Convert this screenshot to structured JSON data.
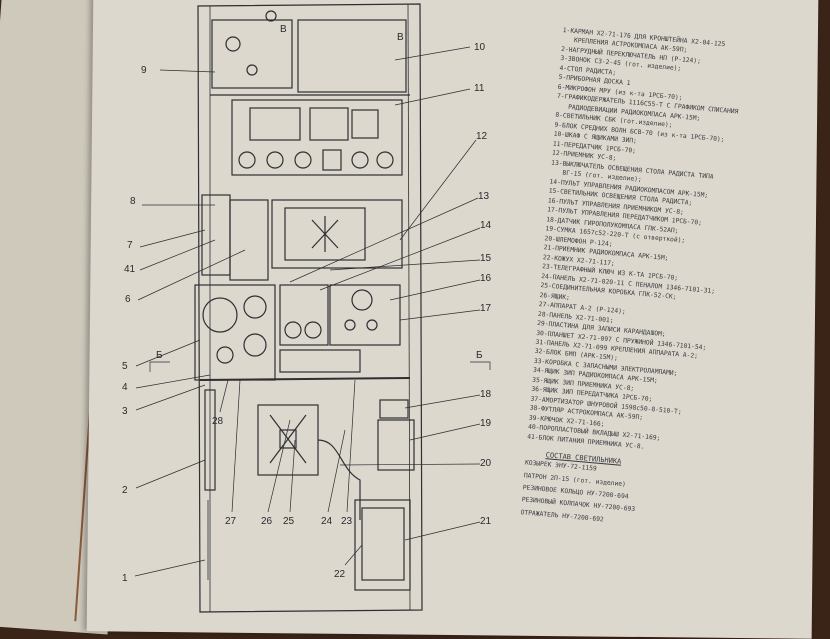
{
  "diagram": {
    "callouts": [
      "1",
      "2",
      "3",
      "4",
      "5",
      "6",
      "7",
      "41",
      "8",
      "9",
      "10",
      "11",
      "12",
      "13",
      "14",
      "15",
      "16",
      "17",
      "18",
      "19",
      "20",
      "21",
      "22",
      "23",
      "24",
      "25",
      "26",
      "27",
      "28"
    ],
    "section_mark": "Б",
    "panel_label": "B"
  },
  "legend": {
    "items": [
      "1-КАРМАН Х2-71-176 ДЛЯ КРОНШТЕЙНА Х2-04-125",
      "КРЕПЛЕНИЯ АСТРОКОМПАСА АК-59П;",
      "2-НАГРУДНЫЙ ПЕРЕКЛЮЧАТЕЛЬ НП (Р-124);",
      "3-ЗВОНОК СЗ-2-45 (гот. изделие);",
      "4-СТОЛ РАДИСТА;",
      "5-ПРИБОРНАЯ ДОСКА 1",
      "6-МИКРОФОН МРУ (из к-та 1РСБ-70);",
      "7-ГРАФИКОДЕРЖАТЕЛЬ 1116С55-Т С ГРАФИКОМ СПИСАНИЯ",
      "РАДИОДЕВИАЦИИ РАДИОКОМПАСА АРК-15М;",
      "8-СВЕТИЛЬНИК СБК (гот.изделие);",
      "9-БЛОК СРЕДНИХ ВОЛН БСВ-70 (из к-та 1РСБ-70);",
      "10-ШКАФ С ЯЩИКАМИ ЗИП;",
      "11-ПЕРЕДАТЧИК 1РСБ-70;",
      "12-ПРИЕМНИК УС-8;",
      "13-ВЫКЛЮЧАТЕЛЬ ОСВЕЩЕНИЯ СТОЛА РАДИСТА ТИПА",
      "ВГ-15 (гот. изделие);",
      "14-ПУЛЬТ УПРАВЛЕНИЯ РАДИОКОМПАСОМ АРК-15М;",
      "15-СВЕТИЛЬНИК ОСВЕЩЕНИЯ СТОЛА РАДИСТА;",
      "16-ПУЛЬТ УПРАВЛЕНИЯ ПРИЕМНИКОМ УС-8;",
      "17-ПУЛЬТ УПРАВЛЕНИЯ ПЕРЕДАТЧИКОМ 1РСБ-70;",
      "18-ДАТЧИК ГИРОПОЛУКОМПАСА ГПК-52АП;",
      "19-СУМКА 1657с52-220-Т (с отверткой);",
      "20-ШЛЕМОФОН Р-124;",
      "21-ПРИЕМНИК РАДИОКОМПАСА АРК-15М;",
      "22-КОЖУХ Х2-71-117;",
      "23-ТЕЛЕГРАФНЫЙ КЛЮЧ ИЗ К-ТА 1РСБ-70;",
      "24-ПАНЕЛЬ Х2-71-020-11 С ПЕНАЛОМ 1346-7101-31;",
      "25-СОЕДИНИТЕЛЬНАЯ КОРОБКА ГПК-52-СК;",
      "26-ЯЩИК;",
      "27-АППАРАТ А-2 (Р-124);",
      "28-ПАНЕЛЬ Х2-71-001;",
      "29-ПЛАСТИНА ДЛЯ ЗАПИСИ КАРАНДАШОМ;",
      "30-ПЛАНШЕТ Х2-71-097 С ПРУЖИНОЙ 1346-7101-54;",
      "31-ПАНЕЛЬ Х2-71-099 КРЕПЛЕНИЯ АППАРАТА А-2;",
      "32-БЛОК БМП (АРК-15М);",
      "33-КОРОБКА С ЗАПАСНЫМИ ЭЛЕКТРОЛАМПАМИ;",
      "34-ЯЩИК ЗИП РАДИОКОМПАСА АРК-15М;",
      "35-ЯЩИК ЗИП ПРИЕМНИКА УС-8;",
      "36-ЯЩИК ЗИП ПЕРЕДАТЧИКА 1РСБ-70;",
      "37-АМОРТИЗАТОР ШНУРОВОЙ 1598с50-8-510-Т;",
      "38-ФУТЛЯР АСТРОКОМПАСА АК-59П;",
      "39-КРЮЧОК Х2-71-166;",
      "40-ПОРОПЛАСТОВЫЙ ВКЛАДЫШ Х2-71-169;",
      "41-БЛОК ПИТАНИЯ ПРИЕМНИКА УС-8."
    ],
    "subsection_title": "СОСТАВ СВЕТИЛЬНИКА",
    "subsection_items": [
      "КОЗЫРЕК ЭНУ-72-1159",
      "ПАТРОН 2П-15 (гот. изделие)",
      "РЕЗИНОВОЕ КОЛЬЦО НУ-7200-694",
      "РЕЗИНОВЫЙ КОЛПАЧОК НУ-7200-693",
      "ОТРАЖАТЕЛЬ НУ-7200-692"
    ]
  }
}
